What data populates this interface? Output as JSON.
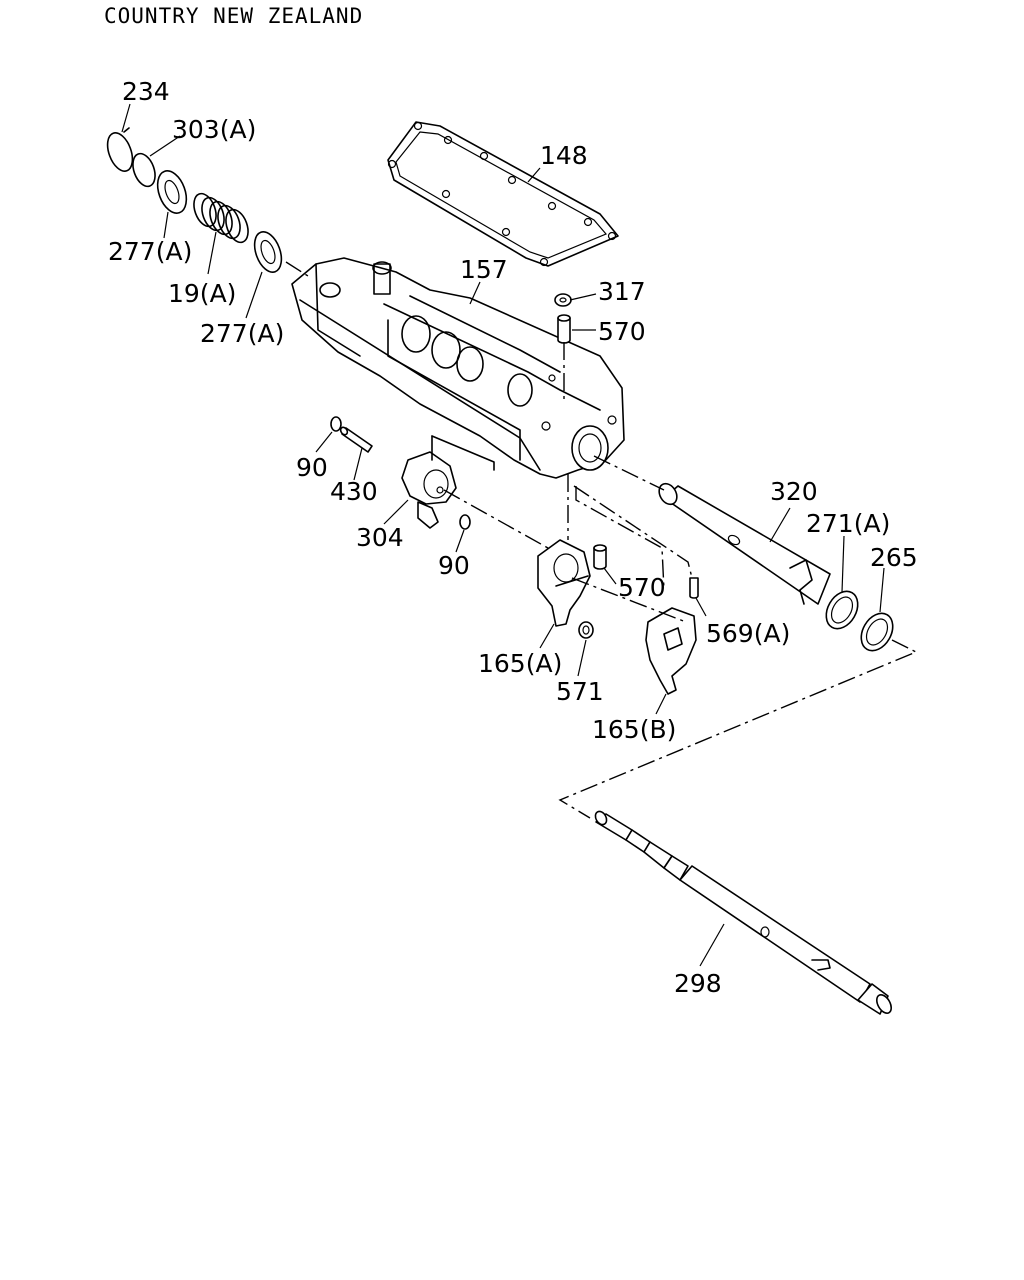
{
  "header": {
    "country": "COUNTRY NEW ZEALAND"
  },
  "callouts": {
    "p234": "234",
    "p303a": "303(A)",
    "p148": "148",
    "p277a_top": "277(A)",
    "p19a": "19(A)",
    "p277a_bottom": "277(A)",
    "p157": "157",
    "p317": "317",
    "p570_top": "570",
    "p90_left": "90",
    "p430": "430",
    "p304": "304",
    "p90_bottom": "90",
    "p320": "320",
    "p271a": "271(A)",
    "p265": "265",
    "p570_mid": "570",
    "p569a": "569(A)",
    "p165a": "165(A)",
    "p571": "571",
    "p165b": "165(B)",
    "p298": "298"
  }
}
